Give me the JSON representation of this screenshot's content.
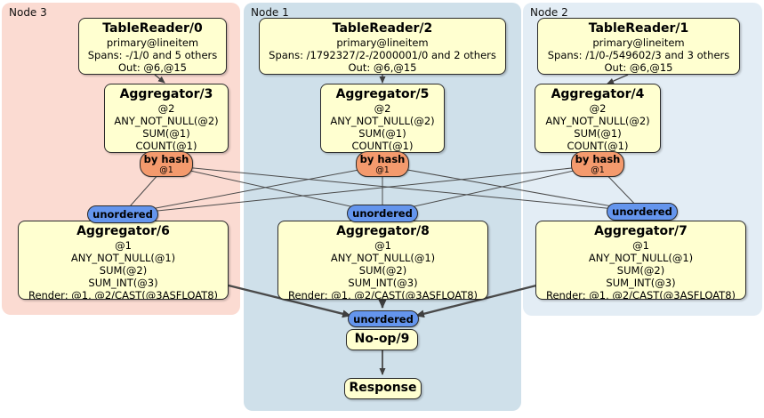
{
  "panels": [
    {
      "label": "Node 3"
    },
    {
      "label": "Node 1"
    },
    {
      "label": "Node 2"
    }
  ],
  "boxes": {
    "tr0": {
      "title": "TableReader/0",
      "lines": [
        "primary@lineitem",
        "Spans: -/1/0 and 5 others",
        "Out: @6,@15"
      ]
    },
    "tr2": {
      "title": "TableReader/2",
      "lines": [
        "primary@lineitem",
        "Spans: /1792327/2-/2000001/0 and 2 others",
        "Out: @6,@15"
      ]
    },
    "tr1": {
      "title": "TableReader/1",
      "lines": [
        "primary@lineitem",
        "Spans: /1/0-/549602/3 and 3 others",
        "Out: @6,@15"
      ]
    },
    "agg3": {
      "title": "Aggregator/3",
      "lines": [
        "@2",
        "ANY_NOT_NULL(@2)",
        "SUM(@1)",
        "COUNT(@1)"
      ]
    },
    "agg5": {
      "title": "Aggregator/5",
      "lines": [
        "@2",
        "ANY_NOT_NULL(@2)",
        "SUM(@1)",
        "COUNT(@1)"
      ]
    },
    "agg4": {
      "title": "Aggregator/4",
      "lines": [
        "@2",
        "ANY_NOT_NULL(@2)",
        "SUM(@1)",
        "COUNT(@1)"
      ]
    },
    "agg6": {
      "title": "Aggregator/6",
      "lines": [
        "@1",
        "ANY_NOT_NULL(@1)",
        "SUM(@2)",
        "SUM_INT(@3)",
        "Render: @1, @2/CAST(@3ASFLOAT8)"
      ]
    },
    "agg8": {
      "title": "Aggregator/8",
      "lines": [
        "@1",
        "ANY_NOT_NULL(@1)",
        "SUM(@2)",
        "SUM_INT(@3)",
        "Render: @1, @2/CAST(@3ASFLOAT8)"
      ]
    },
    "agg7": {
      "title": "Aggregator/7",
      "lines": [
        "@1",
        "ANY_NOT_NULL(@1)",
        "SUM(@2)",
        "SUM_INT(@3)",
        "Render: @1, @2/CAST(@3ASFLOAT8)"
      ]
    },
    "noop": {
      "title": "No-op/9"
    },
    "response": {
      "title": "Response"
    }
  },
  "routers": {
    "by_hash_label": "by hash",
    "by_hash_key": "@1",
    "unordered_label": "unordered"
  },
  "colors": {
    "node3_bg": "#fbdbd2",
    "node1_bg": "#cfe0ea",
    "node2_bg": "#e3edf5",
    "box_fill": "#ffffd0",
    "by_hash_fill": "#f49a6d",
    "unordered_fill": "#6495ed",
    "edge": "#4a4a4a"
  }
}
